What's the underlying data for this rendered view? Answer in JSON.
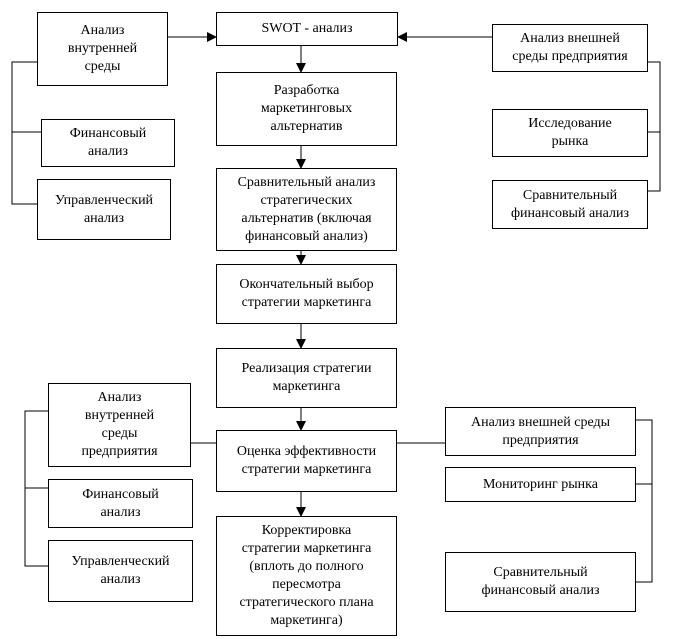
{
  "boxes": {
    "tl_internal": "Анализ\nвнутренней\nсреды",
    "tl_financial": "Финансовый\nанализ",
    "tl_management": "Управленческий\nанализ",
    "swot": "SWOT - анализ",
    "alternatives": "Разработка\nмаркетинговых\nальтернатив",
    "comparative": "Сравнительный анализ\nстратегических\nальтернатив (включая\nфинансовый анализ)",
    "final_choice": "Окончательный выбор\nстратегии маркетинга",
    "implementation": "Реализация стратегии\nмаркетинга",
    "efficiency": "Оценка эффективности\nстратегии маркетинга",
    "correction": "Корректировка\nстратегии маркетинга\n(вплоть до полного\nпересмотра\nстратегического плана\nмаркетинга)",
    "tr_external": "Анализ внешней\nсреды предприятия",
    "tr_market_research": "Исследование\nрынка",
    "tr_comp_financial": "Сравнительный\nфинансовый анализ",
    "bl_internal": "Анализ\nвнутренней\nсреды\nпредприятия",
    "bl_financial": "Финансовый\nанализ",
    "bl_management": "Управленческий\nанализ",
    "br_external": "Анализ внешней среды\nпредприятия",
    "br_monitoring": "Мониторинг рынка",
    "br_comp_financial": "Сравнительный\nфинансовый анализ"
  }
}
